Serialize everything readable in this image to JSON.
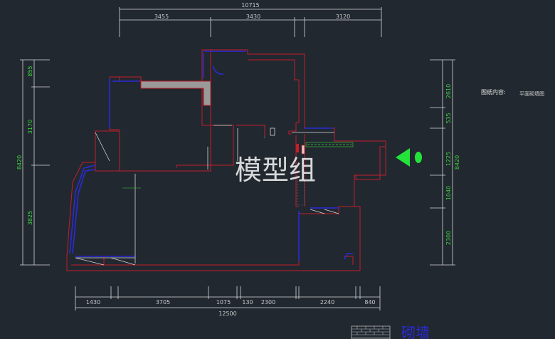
{
  "top_dims": {
    "total": "10715",
    "segments": [
      "3455",
      "3430",
      "3120"
    ]
  },
  "bottom_dims": {
    "total": "12500",
    "segments": [
      "1430",
      "3705",
      "1075",
      "130",
      "2300",
      "2240",
      "840"
    ]
  },
  "left_dims": {
    "total": "8420",
    "segments": [
      "855",
      "3170",
      "3825"
    ]
  },
  "right_dims": {
    "total": "8420",
    "segments": [
      "2610",
      "535",
      "1225",
      "1040",
      "2300"
    ]
  },
  "info": {
    "label": "图纸内容:",
    "value": "平面砌墙图"
  },
  "watermark": "模型组",
  "legend": {
    "text": "砌墙"
  },
  "colors": {
    "background": "#212830",
    "wall": "#c41e2a",
    "opening": "#2b2bd6",
    "dimension_green": "#3fd13f",
    "dimension_text": "#c8c8c8"
  }
}
